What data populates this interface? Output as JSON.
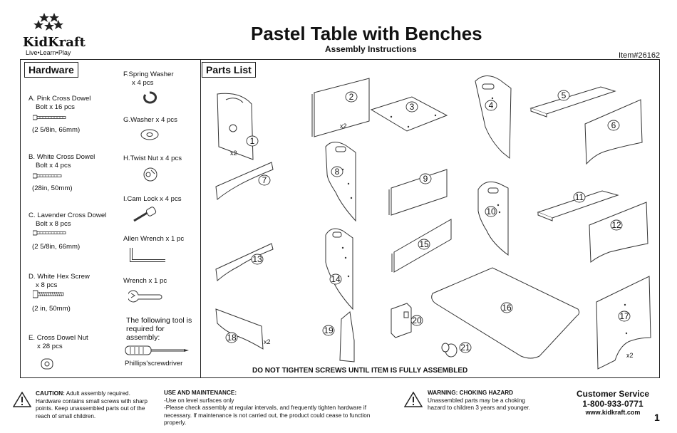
{
  "brand": {
    "name": "KidKraft",
    "tagline": "Live•Learn•Play"
  },
  "header": {
    "title": "Pastel Table with Benches",
    "subtitle": "Assembly Instructions",
    "item_number": "Item#26162"
  },
  "hardware": {
    "heading": "Hardware",
    "A": {
      "name": "A. Pink Cross Dowel",
      "qty": "Bolt x 16 pcs",
      "size": "(2 5/8in, 66mm)"
    },
    "B": {
      "name": "B. White Cross Dowel",
      "qty": "Bolt x 4 pcs",
      "size": "(28in, 50mm)"
    },
    "C": {
      "name": "C. Lavender Cross Dowel",
      "qty": "Bolt x 8 pcs",
      "size": "(2 5/8in, 66mm)"
    },
    "D": {
      "name": "D. White Hex Screw",
      "qty": "x 8 pcs",
      "size": "(2 in, 50mm)"
    },
    "E": {
      "name": "E. Cross Dowel Nut",
      "qty": "x 28 pcs"
    },
    "F": {
      "name": "F.Spring Washer",
      "qty": "x 4 pcs"
    },
    "G": {
      "name": "G.Washer x 4 pcs"
    },
    "H": {
      "name": "H.Twist Nut x 4 pcs"
    },
    "I": {
      "name": "I.Cam Lock x 4 pcs"
    },
    "allen": "Allen Wrench x 1 pc",
    "wrench": "Wrench x 1 pc",
    "tool_note": "The following tool is required for assembly:",
    "tool": "Phillips'screwdriver"
  },
  "parts": {
    "heading": "Parts List",
    "labels": [
      "1",
      "2",
      "3",
      "4",
      "5",
      "6",
      "7",
      "8",
      "9",
      "10",
      "11",
      "12",
      "13",
      "14",
      "15",
      "16",
      "17",
      "18",
      "19",
      "20",
      "21"
    ],
    "qty_x2": "x2",
    "warning": "DO NOT TIGHTEN SCREWS UNTIL ITEM IS FULLY ASSEMBLED"
  },
  "footer": {
    "caution_head": "CAUTION:",
    "caution_body": "Adult assembly required. Hardware contains small screws with sharp points. Keep unassembled parts out of the reach of small children.",
    "use_head": "USE AND MAINTENANCE:",
    "use_line1": "-Use on level surfaces only",
    "use_line2": "-Please check assembly at regular intervals, and frequently tighten hardware if necessary. If maintenance is not carried out, the product could cease to function properly.",
    "choke_head": "WARNING: CHOKING HAZARD",
    "choke_body": "Unassembled parts may be a choking hazard to children 3 years and younger.",
    "cs_title": "Customer Service",
    "cs_phone": "1-800-933-0771",
    "cs_web": "www.kidkraft.com",
    "page": "1"
  }
}
